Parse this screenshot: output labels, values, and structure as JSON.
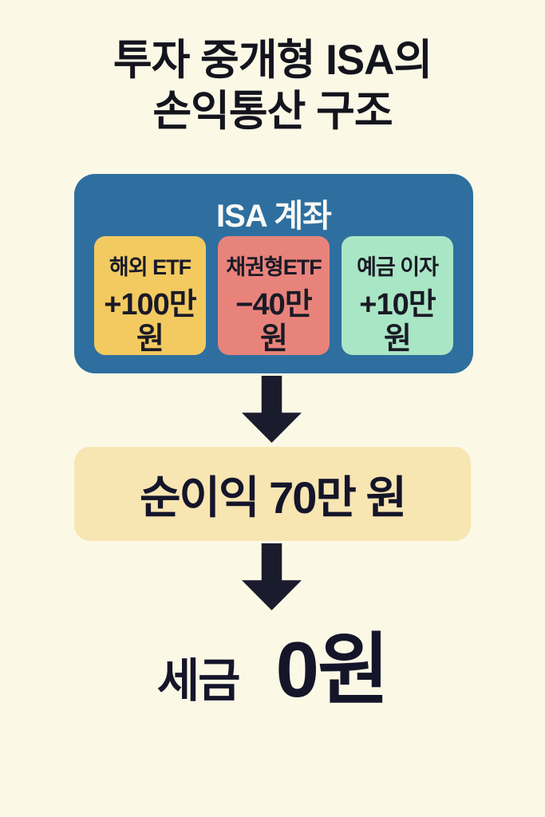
{
  "title": {
    "line1": "투자 중개형 ISA의",
    "line2": "손익통산 구조"
  },
  "isa_box": {
    "header": "ISA 계좌",
    "cards": [
      {
        "label": "해외 ETF",
        "value_line1": "+100만",
        "value_line2": "원",
        "bg": "#F2CA60"
      },
      {
        "label": "채권형ETF",
        "value_line1": "−40만",
        "value_line2": "원",
        "bg": "#E8837B"
      },
      {
        "label": "예금 이자",
        "value_line1": "+10만",
        "value_line2": "원",
        "bg": "#A9E6C5"
      }
    ]
  },
  "result": {
    "text": "순이익 70만 원"
  },
  "tax": {
    "label": "세금",
    "amount": "0원"
  },
  "colors": {
    "background": "#FBF9E6",
    "container_blue": "#2E6F9F",
    "card_yellow": "#F2CA60",
    "card_salmon": "#E8837B",
    "card_mint": "#A9E6C5",
    "result_cream": "#F7E5B2",
    "arrow_dark": "#1B1B2E",
    "text_dark": "#15152A",
    "header_white": "#FAFAF6"
  }
}
